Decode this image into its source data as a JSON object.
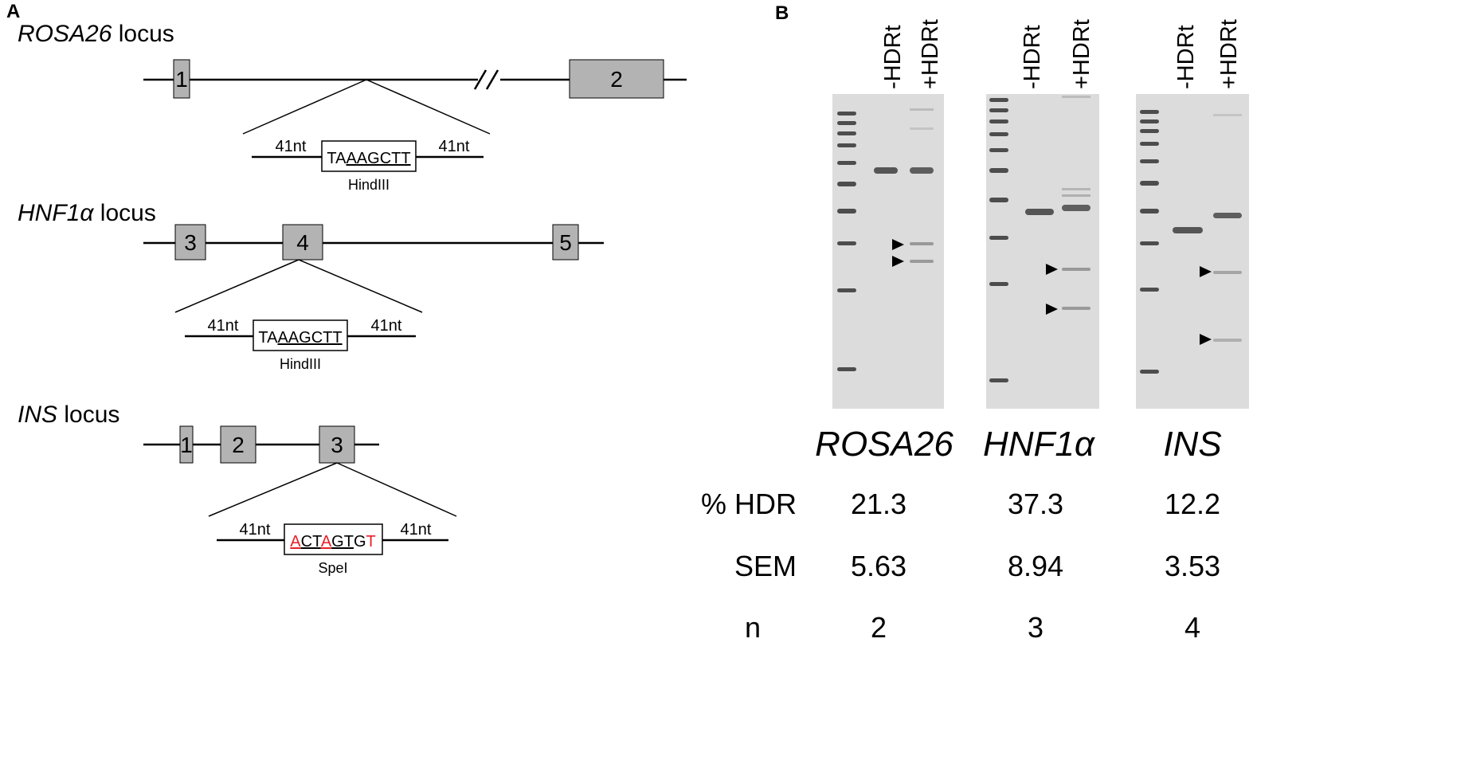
{
  "panel_a": {
    "label": "A",
    "loci": [
      {
        "name": "ROSA26",
        "suffix": " locus",
        "exons": [
          "1",
          "2"
        ],
        "flank_left": "41nt",
        "flank_right": "41nt",
        "insert": [
          {
            "t": "TA",
            "c": "#000000"
          },
          {
            "t": "AAGCTT",
            "c": "#000000",
            "u": true
          }
        ],
        "enzyme": "HindIII"
      },
      {
        "name": "HNF1α",
        "suffix": " locus",
        "exons": [
          "3",
          "4",
          "5"
        ],
        "flank_left": "41nt",
        "flank_right": "41nt",
        "insert": [
          {
            "t": "TA",
            "c": "#000000"
          },
          {
            "t": "AAGCTT",
            "c": "#000000",
            "u": true
          }
        ],
        "enzyme": "HindIII"
      },
      {
        "name": "INS",
        "suffix": " locus",
        "exons": [
          "1",
          "2",
          "3"
        ],
        "flank_left": "41nt",
        "flank_right": "41nt",
        "insert": [
          {
            "t": "A",
            "c": "#e8202a",
            "u": true
          },
          {
            "t": "CT",
            "c": "#000000",
            "u": true
          },
          {
            "t": "A",
            "c": "#e8202a",
            "u": true
          },
          {
            "t": "GT",
            "c": "#000000",
            "u": true
          },
          {
            "t": "G",
            "c": "#000000"
          },
          {
            "t": "T",
            "c": "#e8202a"
          }
        ],
        "enzyme": "SpeI"
      }
    ]
  },
  "panel_b": {
    "label": "B",
    "lane_labels": [
      "-HDRt",
      "+HDRt"
    ],
    "gels": [
      {
        "name": "ROSA26",
        "hdr": "21.3",
        "sem": "5.63",
        "n": "2"
      },
      {
        "name": "HNF1α",
        "hdr": "37.3",
        "sem": "8.94",
        "n": "3"
      },
      {
        "name": "INS",
        "hdr": "12.2",
        "sem": "3.53",
        "n": "4"
      }
    ],
    "row_labels": {
      "hdr": "% HDR",
      "sem": "SEM",
      "n": "n"
    }
  },
  "colors": {
    "exon_fill": "#b3b3b3",
    "gel_background": "#dcdcdc",
    "band": "#555555",
    "highlight": "#e8202a"
  }
}
